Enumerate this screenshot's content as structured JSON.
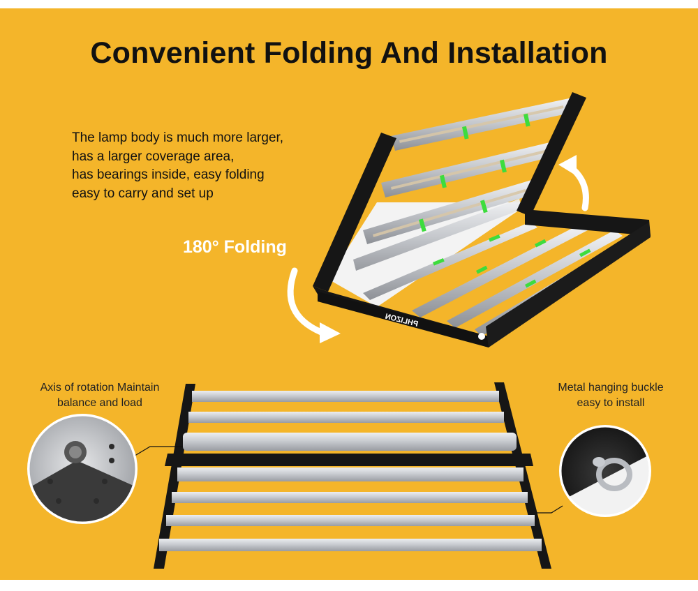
{
  "title": "Convenient Folding And Installation",
  "description_lines": [
    "The lamp body is much more larger,",
    "has a larger coverage area,",
    "has bearings inside, easy folding",
    "easy to carry and set up"
  ],
  "folding_label": "180° Folding",
  "callout_left": {
    "line1": "Axis of rotation Maintain",
    "line2": "balance and load"
  },
  "callout_right": {
    "line1": "Metal hanging buckle",
    "line2": "easy to install"
  },
  "brand_mark": "PHLIZON",
  "colors": {
    "background": "#f4b52a",
    "frame": "#161616",
    "led_bar": "#c9ccd1",
    "clip_green": "#3ddc3d",
    "arrow": "#ffffff"
  }
}
